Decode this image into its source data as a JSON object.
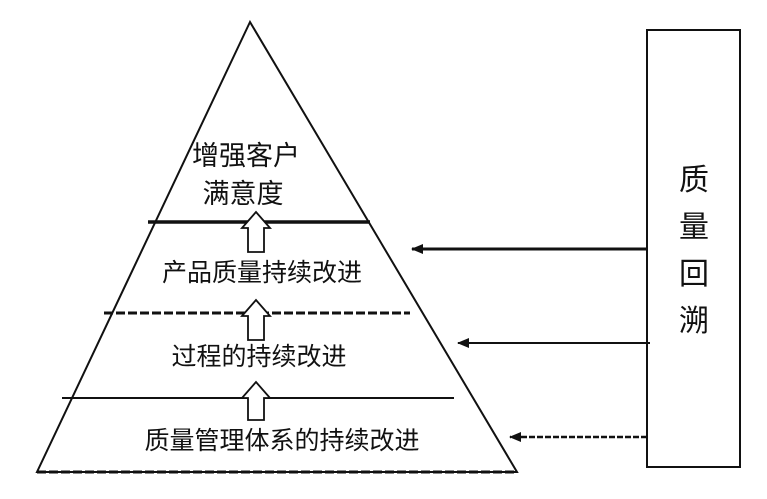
{
  "pyramid": {
    "levels": [
      {
        "lines": [
          "增强客户",
          "满意度"
        ]
      },
      {
        "lines": [
          "产品质量持续改进"
        ]
      },
      {
        "lines": [
          "过程的持续改进"
        ]
      },
      {
        "lines": [
          "质量管理体系的持续改进"
        ]
      }
    ]
  },
  "feedback_box": {
    "chars": [
      "质",
      "量",
      "回",
      "溯"
    ]
  },
  "colors": {
    "stroke": "#111111",
    "background": "#ffffff",
    "arrow_fill": "#ffffff"
  }
}
